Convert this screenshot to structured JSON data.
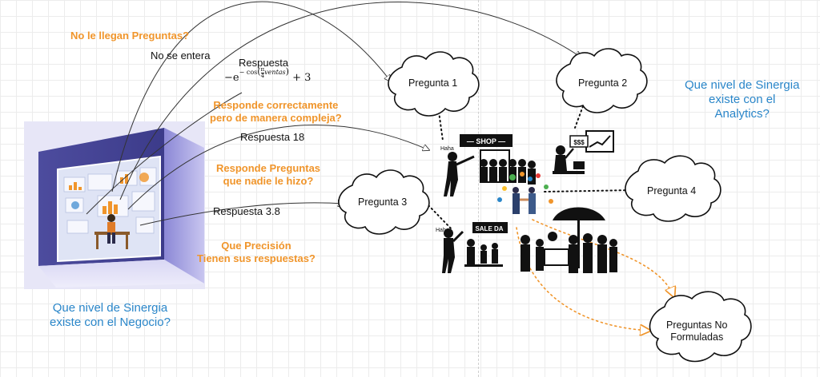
{
  "labels": {
    "no_llegan": "No le llegan Preguntas?",
    "no_enterar": "No se entera",
    "respuesta": "Respuesta",
    "responde_line1": "Responde correctamente",
    "responde_line2": "pero de manera compleja?",
    "respuesta18": "Respuesta 18",
    "nadie_line1": "Responde Preguntas",
    "nadie_line2": "que nadie le hizo?",
    "respuesta38": "Respuesta 3.8",
    "precision_line1": "Que Precisión",
    "precision_line2": "Tienen sus respuestas?",
    "negocio_line1": "Que nivel de Sinergia",
    "negocio_line2": "existe con el Negocio?",
    "analytics_line1": "Que nivel de Sinergia",
    "analytics_line2": "existe con el",
    "analytics_line3": "Analytics?"
  },
  "formula": {
    "prefix": "−e",
    "cos": "− cos",
    "num": "π",
    "den": "4",
    "var": "ventas",
    "suffix": "+ 3"
  },
  "clouds": {
    "p1": "Pregunta 1",
    "p2": "Pregunta 2",
    "p3": "Pregunta 3",
    "p4": "Pregunta 4",
    "pnf_line1": "Preguntas No",
    "pnf_line2": "Formuladas"
  },
  "illustration": {
    "shop_sign": "— SHOP —",
    "sale_sign": "SALE DA",
    "money_sign": "$$$",
    "haha1": "Haha",
    "haha2": "Haha"
  },
  "colors": {
    "orange": "#f0952b",
    "blue": "#2a86c9",
    "frame": "#5b5aa8"
  }
}
